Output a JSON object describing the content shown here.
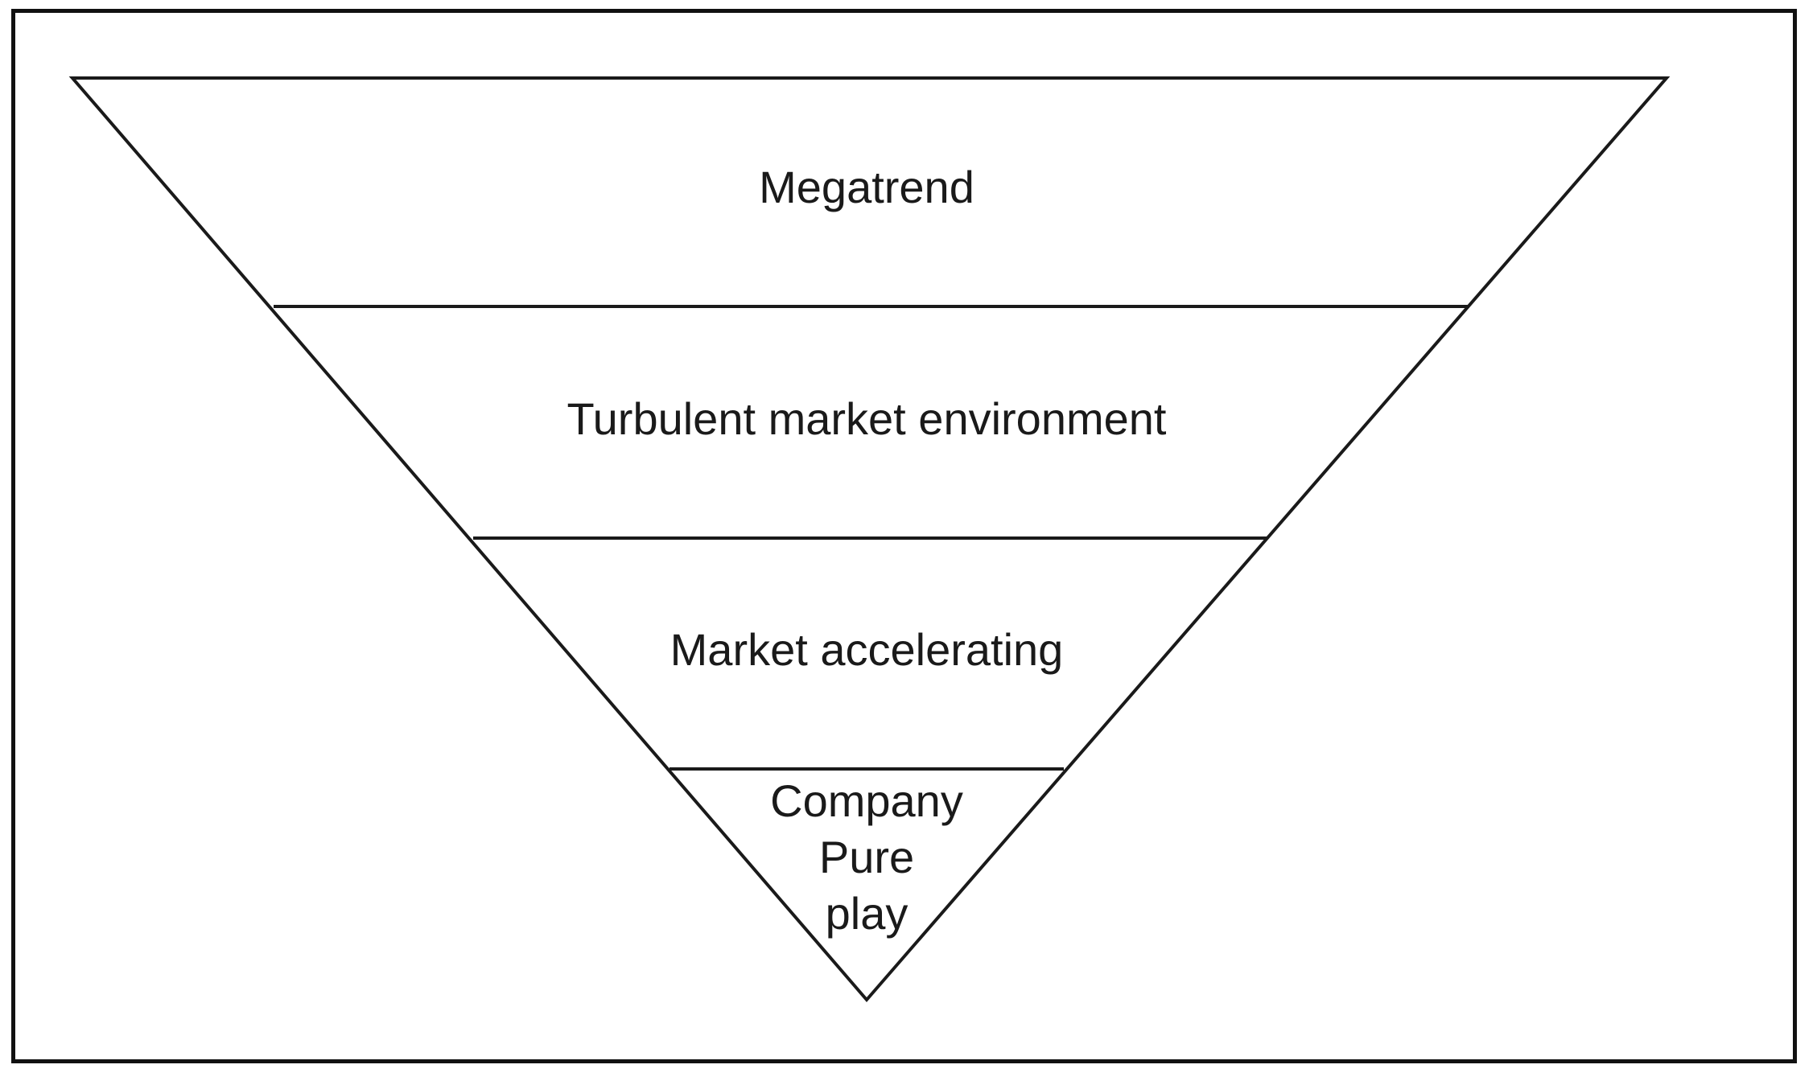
{
  "diagram": {
    "type": "inverted-pyramid",
    "stroke_color": "#1a1a1a",
    "levels": [
      {
        "lines": [
          "Megatrend"
        ]
      },
      {
        "lines": [
          "Turbulent market environment"
        ]
      },
      {
        "lines": [
          "Market accelerating"
        ]
      },
      {
        "lines": [
          "Company",
          "Pure",
          "play"
        ]
      }
    ]
  }
}
